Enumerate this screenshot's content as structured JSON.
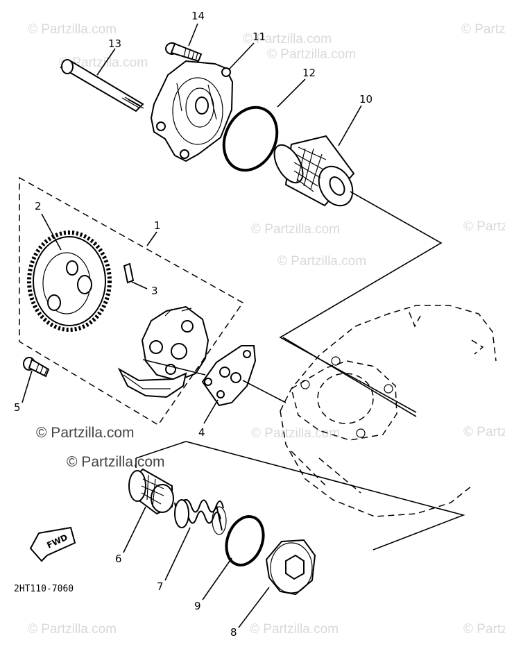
{
  "diagram": {
    "part_code": "2HT110-7060",
    "fwd_label": "FWD",
    "watermark": "© Partzilla.com",
    "callouts": [
      {
        "number": "1",
        "part": "oil-pump-assembly"
      },
      {
        "number": "2",
        "part": "gear"
      },
      {
        "number": "3",
        "part": "pin"
      },
      {
        "number": "4",
        "part": "gasket"
      },
      {
        "number": "5",
        "part": "bolt"
      },
      {
        "number": "6",
        "part": "strainer"
      },
      {
        "number": "7",
        "part": "spring"
      },
      {
        "number": "8",
        "part": "plug"
      },
      {
        "number": "9",
        "part": "o-ring"
      },
      {
        "number": "10",
        "part": "oil-filter-element"
      },
      {
        "number": "11",
        "part": "filter-cover"
      },
      {
        "number": "12",
        "part": "o-ring"
      },
      {
        "number": "13",
        "part": "long-bolt"
      },
      {
        "number": "14",
        "part": "bolt"
      }
    ]
  }
}
